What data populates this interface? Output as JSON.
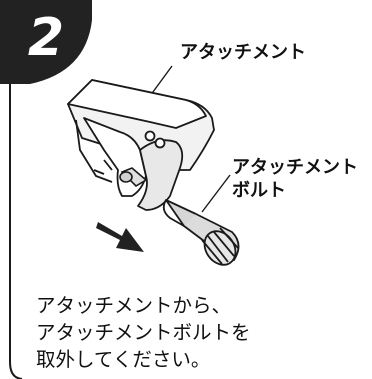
{
  "step": {
    "number": "2"
  },
  "labels": {
    "attachment": "アタッチメント",
    "attachment_bolt_line1": "アタッチメント",
    "attachment_bolt_line2": "ボルト"
  },
  "instructions": {
    "line1": "アタッチメントから、",
    "line2": "アタッチメントボルトを",
    "line3": "取外してください。"
  },
  "colors": {
    "badge": "#222222",
    "line": "#1a1a1a",
    "part_fill": "#f2f2f2",
    "shade": "#cfcfcf",
    "arrow": "#222222"
  }
}
